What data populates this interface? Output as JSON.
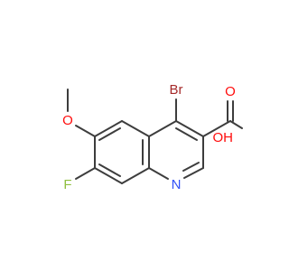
{
  "structure": {
    "atoms": {
      "br": {
        "label": "Br",
        "color": "#a52a2a"
      },
      "o_methoxy": {
        "label": "O",
        "color": "#ff0d0d"
      },
      "o_carbonyl": {
        "label": "O",
        "color": "#ff0d0d"
      },
      "oh": {
        "label": "OH",
        "color": "#ff0d0d"
      },
      "f": {
        "label": "F",
        "color": "#8fbf3f"
      },
      "n": {
        "label": "N",
        "color": "#3050f8"
      }
    },
    "bond_color": "#3d3d3d",
    "background": "#ffffff"
  }
}
